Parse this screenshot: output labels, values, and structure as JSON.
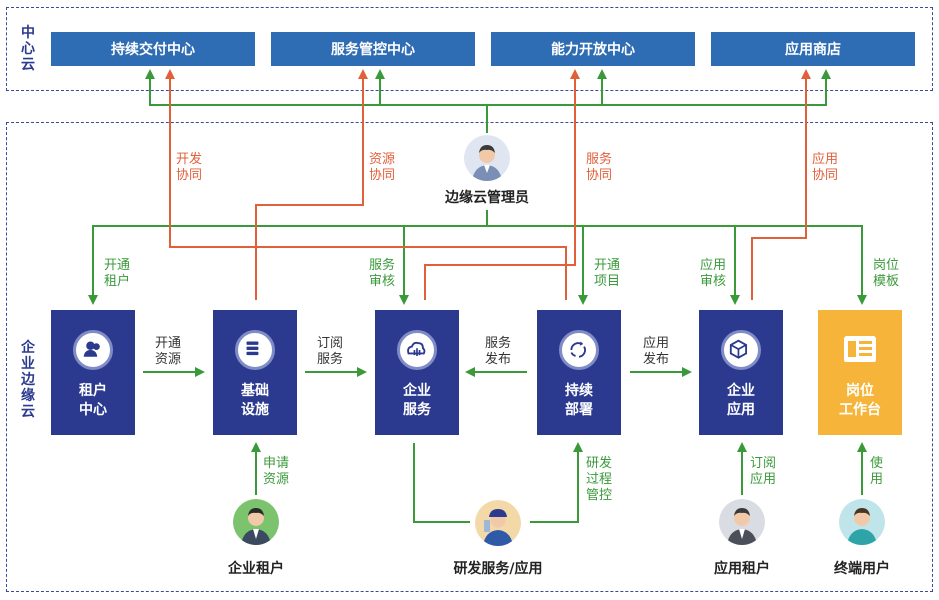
{
  "zones": {
    "center_cloud": "中心云",
    "edge_cloud": "企业边缘云"
  },
  "top_boxes": [
    "持续交付中心",
    "服务管控中心",
    "能力开放中心",
    "应用商店"
  ],
  "admin": {
    "name": "边缘云管理员"
  },
  "nodes": [
    {
      "line1": "租户",
      "line2": "中心",
      "icon": "user-icon"
    },
    {
      "line1": "基础",
      "line2": "设施",
      "icon": "server-icon"
    },
    {
      "line1": "企业",
      "line2": "服务",
      "icon": "cloud-service-icon"
    },
    {
      "line1": "持续",
      "line2": "部署",
      "icon": "cycle-icon"
    },
    {
      "line1": "企业",
      "line2": "应用",
      "icon": "cube-icon"
    },
    {
      "line1": "岗位",
      "line2": "工作台",
      "icon": "workstation-icon"
    }
  ],
  "collab_labels": [
    {
      "l1": "开发",
      "l2": "协同"
    },
    {
      "l1": "资源",
      "l2": "协同"
    },
    {
      "l1": "服务",
      "l2": "协同"
    },
    {
      "l1": "应用",
      "l2": "协同"
    }
  ],
  "admin_labels": [
    {
      "l1": "开通",
      "l2": "租户"
    },
    {
      "l1": "服务",
      "l2": "审核"
    },
    {
      "l1": "开通",
      "l2": "项目"
    },
    {
      "l1": "应用",
      "l2": "审核"
    },
    {
      "l1": "岗位",
      "l2": "模板"
    }
  ],
  "flow_labels": [
    {
      "l1": "开通",
      "l2": "资源"
    },
    {
      "l1": "订阅",
      "l2": "服务"
    },
    {
      "l1": "服务",
      "l2": "发布"
    },
    {
      "l1": "应用",
      "l2": "发布"
    }
  ],
  "bottom_labels": [
    {
      "l1": "申请",
      "l2": "资源"
    },
    {
      "l1": "研发",
      "l2": "过程",
      "l3": "管控"
    },
    {
      "l1": "订阅",
      "l2": "应用"
    },
    {
      "l1": "使",
      "l2": "用"
    }
  ],
  "people": [
    {
      "name": "企业租户"
    },
    {
      "name": "研发服务/应用"
    },
    {
      "name": "应用租户"
    },
    {
      "name": "终端用户"
    }
  ],
  "colors": {
    "navy": "#2b3a8f",
    "blue": "#2e6db3",
    "green": "#3a9a3a",
    "orange": "#e0603a",
    "gold": "#f6b53a"
  }
}
